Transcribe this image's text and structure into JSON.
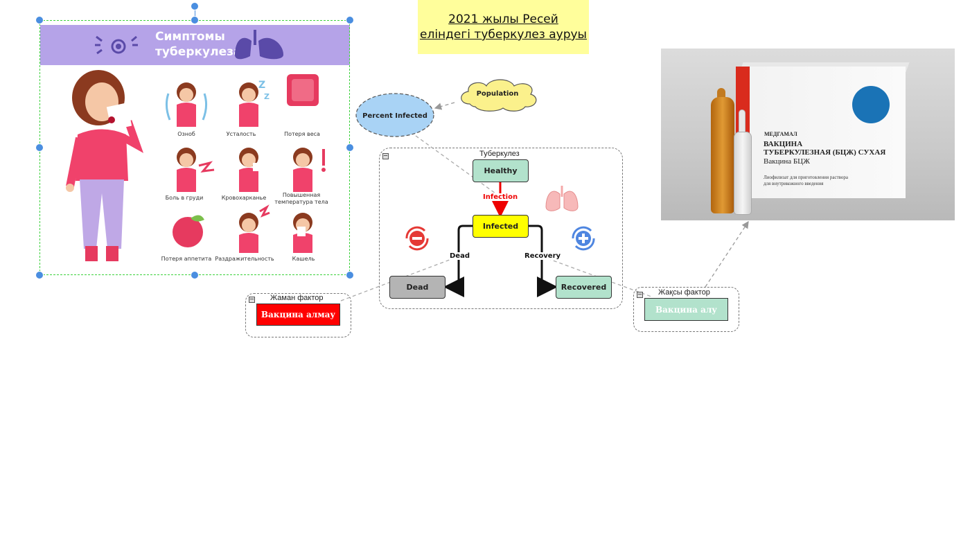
{
  "title": {
    "line1": "2021 жылы Ресей",
    "line2": "еліндегі туберкулез ауруы"
  },
  "infographic": {
    "banner_title": "Симптомы туберкулеза",
    "symptoms": [
      "Озноб",
      "Усталость",
      "Потеря веса",
      "Боль в груди",
      "Кровохарканье",
      "Повышенная температура тела",
      "Потеря аппетита",
      "Раздражительность",
      "Кашель"
    ]
  },
  "sources": {
    "population": "Population",
    "percent_infected": "Percent Infected"
  },
  "model": {
    "group_label": "Туберкулез",
    "nodes": {
      "healthy": "Healthy",
      "infected": "Infected",
      "dead": "Dead",
      "recovered": "Recovered"
    },
    "edges": {
      "infection": "Infection",
      "dead": "Dead",
      "recovery": "Recovery"
    }
  },
  "factors": {
    "bad": {
      "label": "Жаман фактор",
      "item": "Вакцина алмау"
    },
    "good": {
      "label": "Жақсы фактор",
      "item": "Вакцина алу"
    }
  },
  "photo": {
    "box_title": "ВАКЦИНА ТУБЕРКУЛЕЗНАЯ (БЦЖ) СУХАЯ",
    "box_title_l1": "ВАКЦИНА",
    "box_title_l2": "ТУБЕРКУЛЕЗНАЯ (БЦЖ) СУХАЯ",
    "box_subtitle": "Вакцина БЦЖ",
    "box_note_l1": "Лиофилизат для приготовления раствора",
    "box_note_l2": "для внутрикожного введения",
    "brand": "МЕДГАМАЛ"
  },
  "colors": {
    "accent": "#4a8ee0",
    "selection": "#3bd13b",
    "note": "#fffe9b",
    "bad": "#ff0000",
    "good": "#b2e2cc",
    "infected": "#ffff00"
  }
}
